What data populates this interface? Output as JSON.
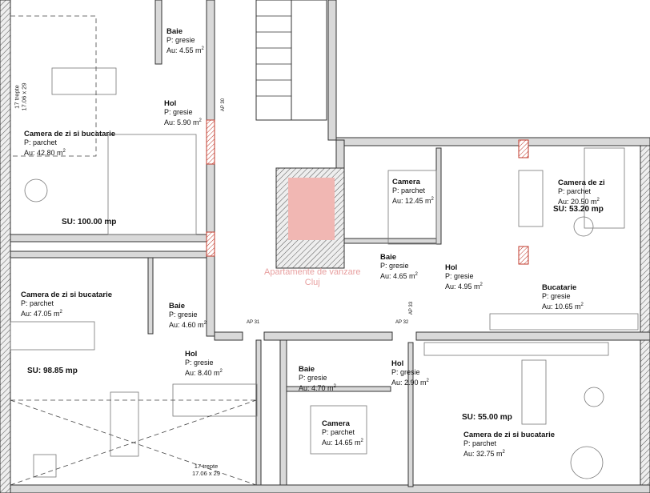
{
  "rooms": [
    {
      "name": "Baie",
      "floor": "P: gresie",
      "area": "Au: 4.55 m",
      "unit": "2"
    },
    {
      "name": "Hol",
      "floor": "P: gresie",
      "area": "Au: 5.90 m",
      "unit": "2"
    },
    {
      "name": "Camera de zi si bucatarie",
      "floor": "P: parchet",
      "area": "Au: 42.80 m",
      "unit": "2"
    },
    {
      "name": "Camera",
      "floor": "P: parchet",
      "area": "Au: 12.45 m",
      "unit": "2"
    },
    {
      "name": "Camera de zi",
      "floor": "P: parchet",
      "area": "Au: 20.50 m",
      "unit": "2"
    },
    {
      "name": "Baie",
      "floor": "P: gresie",
      "area": "Au: 4.65 m",
      "unit": "2"
    },
    {
      "name": "Hol",
      "floor": "P: gresie",
      "area": "Au: 4.95 m",
      "unit": "2"
    },
    {
      "name": "Bucatarie",
      "floor": "P: gresie",
      "area": "Au: 10.65 m",
      "unit": "2"
    },
    {
      "name": "Camera de zi si bucatarie",
      "floor": "P: parchet",
      "area": "Au: 47.05 m",
      "unit": "2"
    },
    {
      "name": "Baie",
      "floor": "P: gresie",
      "area": "Au: 4.60 m",
      "unit": "2"
    },
    {
      "name": "Hol",
      "floor": "P: gresie",
      "area": "Au: 8.40 m",
      "unit": "2"
    },
    {
      "name": "Baie",
      "floor": "P: gresie",
      "area": "Au: 4.70 m",
      "unit": "2"
    },
    {
      "name": "Hol",
      "floor": "P: gresie",
      "area": "Au: 2.90 m",
      "unit": "2"
    },
    {
      "name": "Camera",
      "floor": "P: parchet",
      "area": "Au: 14.65 m",
      "unit": "2"
    },
    {
      "name": "Camera de zi si bucatarie",
      "floor": "P: parchet",
      "area": "Au: 32.75 m",
      "unit": "2"
    }
  ],
  "apartments": [
    {
      "su": "SU: 100.00 mp"
    },
    {
      "su": "SU: 53.20 mp"
    },
    {
      "su": "SU: 98.85 mp"
    },
    {
      "su": "SU: 55.00 mp"
    }
  ],
  "entrances": [
    "AP 30",
    "AP 31",
    "AP 32",
    "AP 33"
  ],
  "stairs": [
    {
      "steps": "17 trepte",
      "size": "17.06 x 29"
    },
    {
      "steps": "17 trepte",
      "size": "17.06 x 29"
    }
  ],
  "watermark": {
    "line1": "Apartamente de vanzare",
    "line2": "Cluj"
  },
  "colors": {
    "wall": "#d9d9d9",
    "wall_line": "#333333",
    "chimney": "#c0392b",
    "watermark": "#e8a0a0"
  }
}
